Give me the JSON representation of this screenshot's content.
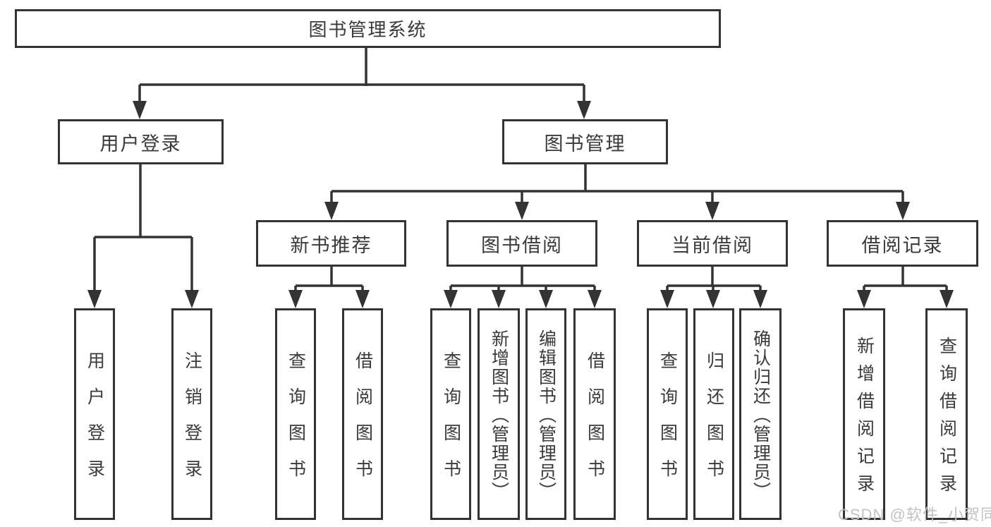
{
  "diagram": {
    "root": {
      "label": "图书管理系统"
    },
    "level2": [
      {
        "label": "用户登录",
        "children": [
          {
            "label": "用户登录"
          },
          {
            "label": "注销登录"
          }
        ]
      },
      {
        "label": "图书管理",
        "children": [
          {
            "label": "新书推荐",
            "children": [
              {
                "label": "查询图书"
              },
              {
                "label": "借阅图书"
              }
            ]
          },
          {
            "label": "图书借阅",
            "children": [
              {
                "label": "查询图书"
              },
              {
                "label": "新增图书（管理员）"
              },
              {
                "label": "编辑图书（管理员）"
              },
              {
                "label": "借阅图书"
              }
            ]
          },
          {
            "label": "当前借阅",
            "children": [
              {
                "label": "查询图书"
              },
              {
                "label": "归还图书"
              },
              {
                "label": "确认归还（管理员）"
              }
            ]
          },
          {
            "label": "借阅记录",
            "children": [
              {
                "label": "新增借阅记录"
              },
              {
                "label": "查询借阅记录"
              }
            ]
          }
        ]
      }
    ]
  },
  "watermark": {
    "text": "CSDN @软件_小贺同学"
  },
  "colors": {
    "line": "#333333",
    "text": "#3a3a3a",
    "watermark": "#c2c2c2",
    "background": "#ffffff"
  }
}
